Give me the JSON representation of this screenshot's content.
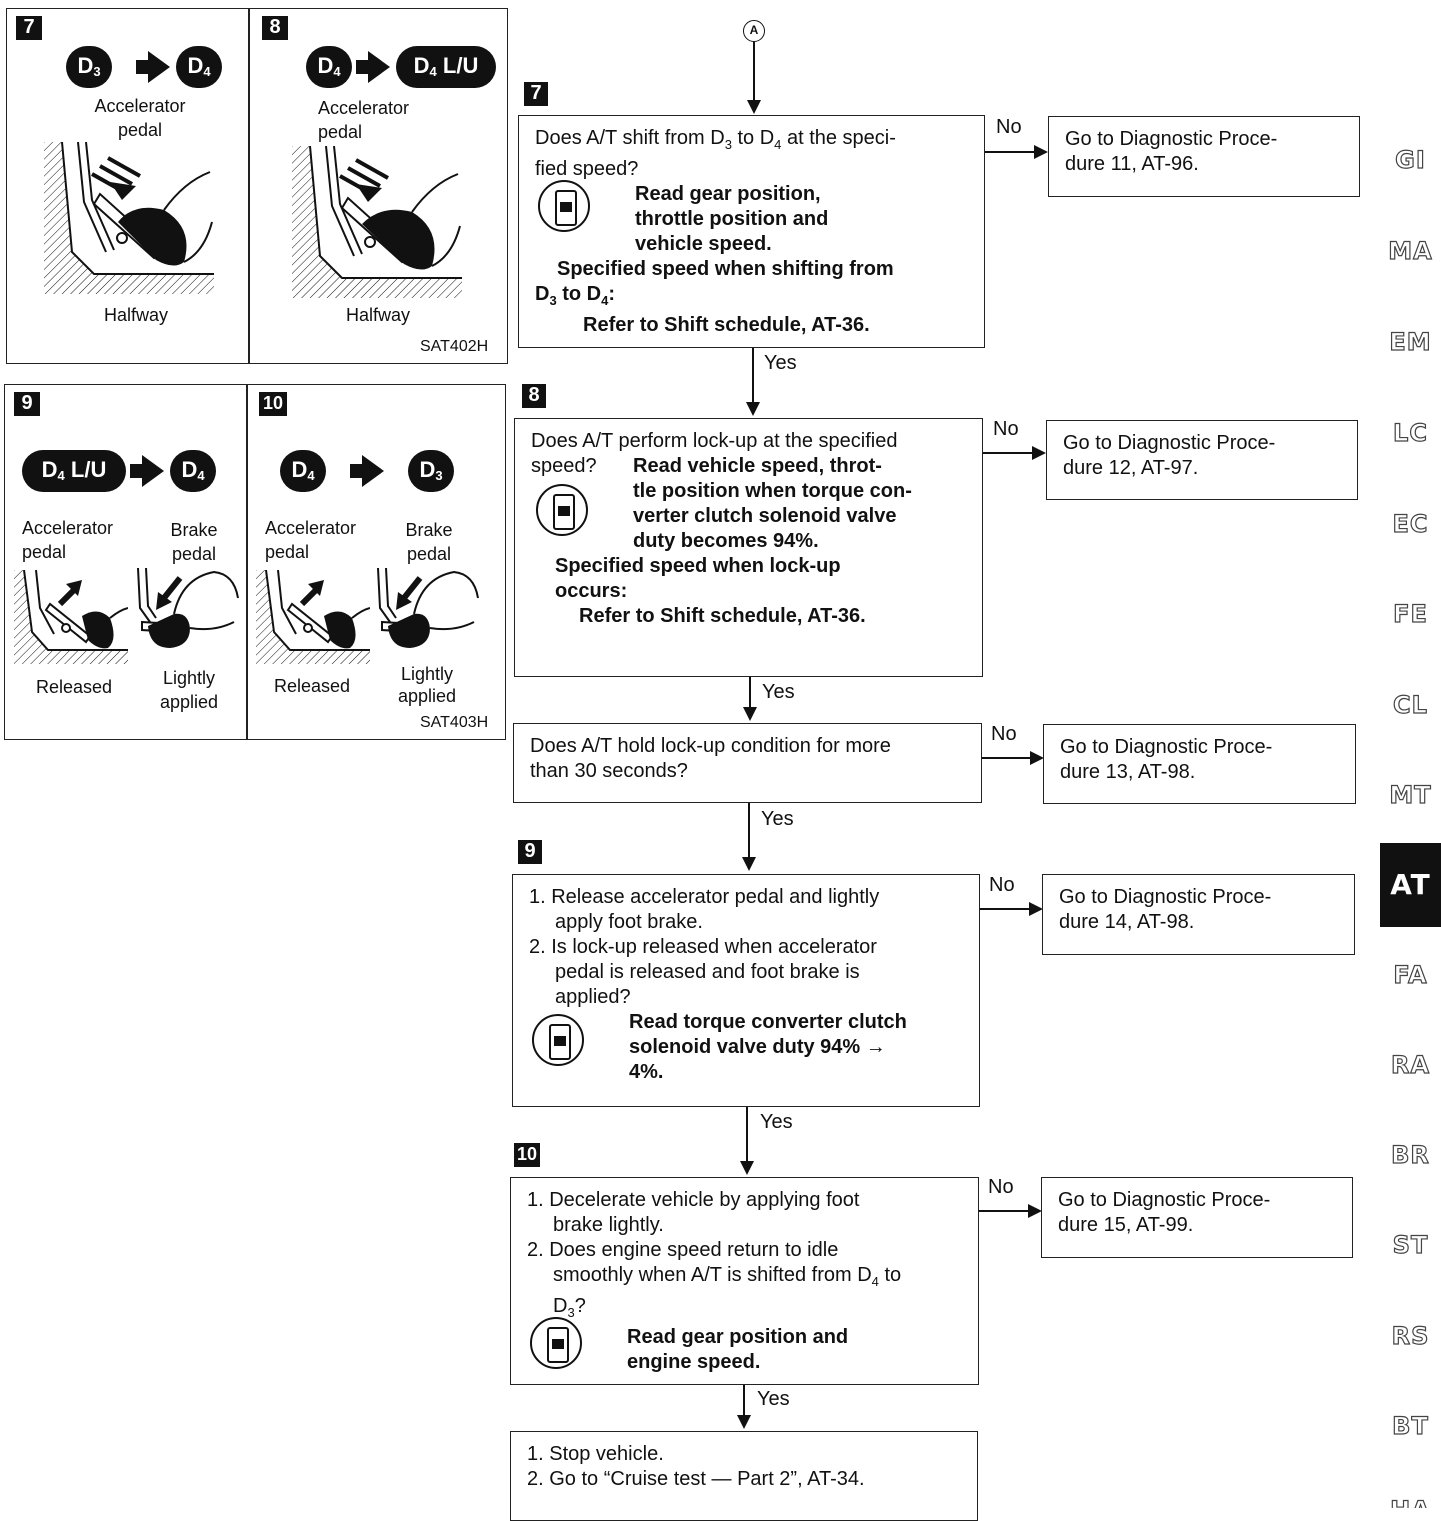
{
  "illustrations": {
    "top_left": {
      "num": "7",
      "from": {
        "main": "D",
        "sub": "3",
        "suffix": ""
      },
      "to": {
        "main": "D",
        "sub": "4",
        "suffix": ""
      },
      "pedal_label_1": "Accelerator",
      "pedal_label_2": "pedal",
      "position_label": "Halfway"
    },
    "top_right": {
      "num": "8",
      "from": {
        "main": "D",
        "sub": "4",
        "suffix": ""
      },
      "to": {
        "main": "D",
        "sub": "4",
        "suffix": "L/U"
      },
      "pedal_label_1": "Accelerator",
      "pedal_label_2": "pedal",
      "position_label": "Halfway",
      "code": "SAT402H"
    },
    "bottom_left": {
      "num": "9",
      "from": {
        "main": "D",
        "sub": "4",
        "suffix": "L/U"
      },
      "to": {
        "main": "D",
        "sub": "4",
        "suffix": ""
      },
      "accel_label_1": "Accelerator",
      "accel_label_2": "pedal",
      "brake_label_1": "Brake",
      "brake_label_2": "pedal",
      "accel_state": "Released",
      "brake_state_1": "Lightly",
      "brake_state_2": "applied"
    },
    "bottom_right": {
      "num": "10",
      "from": {
        "main": "D",
        "sub": "4",
        "suffix": ""
      },
      "to": {
        "main": "D",
        "sub": "3",
        "suffix": ""
      },
      "accel_label_1": "Accelerator",
      "accel_label_2": "pedal",
      "brake_label_1": "Brake",
      "brake_label_2": "pedal",
      "accel_state": "Released",
      "brake_state_1": "Lightly",
      "brake_state_2": "applied",
      "code": "SAT403H"
    }
  },
  "flowchart": {
    "connector": "A",
    "yes_label": "Yes",
    "no_label": "No",
    "steps": [
      {
        "num": "7",
        "q1": "Does A/T shift from D",
        "q1_sub": "3",
        "q1_mid": " to D",
        "q1_sub2": "4",
        "q1_end": " at the speci-",
        "q2": "fied speed?",
        "tool_1": "Read gear position,",
        "tool_2": "throttle position and",
        "tool_3": "vehicle speed.",
        "spec_1": "Specified speed when shifting from",
        "spec_2a": "D",
        "spec_2sub": "3",
        "spec_2b": " to D",
        "spec_2sub2": "4",
        "spec_2c": ":",
        "spec_3": "Refer to Shift schedule, AT-36.",
        "go_1": "Go to Diagnostic Proce-",
        "go_2": "dure 11, AT-96."
      },
      {
        "num": "8",
        "q1": "Does A/T perform lock-up at the specified",
        "q2": "speed?",
        "tool_1": "Read vehicle speed, throt-",
        "tool_2": "tle position when torque con-",
        "tool_3": "verter clutch solenoid valve",
        "tool_4": "duty becomes 94%.",
        "spec_1": "Specified speed when lock-up",
        "spec_2": "occurs:",
        "spec_3": "Refer to Shift schedule, AT-36.",
        "go_1": "Go to Diagnostic Proce-",
        "go_2": "dure 12, AT-97."
      },
      {
        "q1": "Does A/T hold lock-up condition for more",
        "q2": "than 30 seconds?",
        "go_1": "Go to Diagnostic Proce-",
        "go_2": "dure 13, AT-98."
      },
      {
        "num": "9",
        "l1": "1. Release accelerator pedal and lightly",
        "l2": "apply foot brake.",
        "l3": "2. Is lock-up released when accelerator",
        "l4": "pedal is released and foot brake is",
        "l5": "applied?",
        "tool_1": "Read torque converter clutch",
        "tool_2": "solenoid valve duty 94% →",
        "tool_3": "4%.",
        "go_1": "Go to Diagnostic Proce-",
        "go_2": "dure 14, AT-98."
      },
      {
        "num": "10",
        "l1": "1. Decelerate vehicle by applying foot",
        "l2": "brake lightly.",
        "l3": "2. Does engine speed return to idle",
        "l4a": "smoothly when A/T is shifted from D",
        "l4sub": "4",
        "l4b": " to",
        "l5a": "D",
        "l5sub": "3",
        "l5b": "?",
        "tool_1": "Read gear position and",
        "tool_2": "engine speed.",
        "go_1": "Go to Diagnostic Proce-",
        "go_2": "dure 15, AT-99."
      },
      {
        "l1": "1. Stop vehicle.",
        "l2": "2. Go to “Cruise test — Part 2”, AT-34."
      }
    ]
  },
  "side_tabs": [
    "GI",
    "MA",
    "EM",
    "LC",
    "EC",
    "FE",
    "CL",
    "MT",
    "AT",
    "FA",
    "RA",
    "BR",
    "ST",
    "RS",
    "BT",
    "HA"
  ],
  "active_tab": "AT"
}
